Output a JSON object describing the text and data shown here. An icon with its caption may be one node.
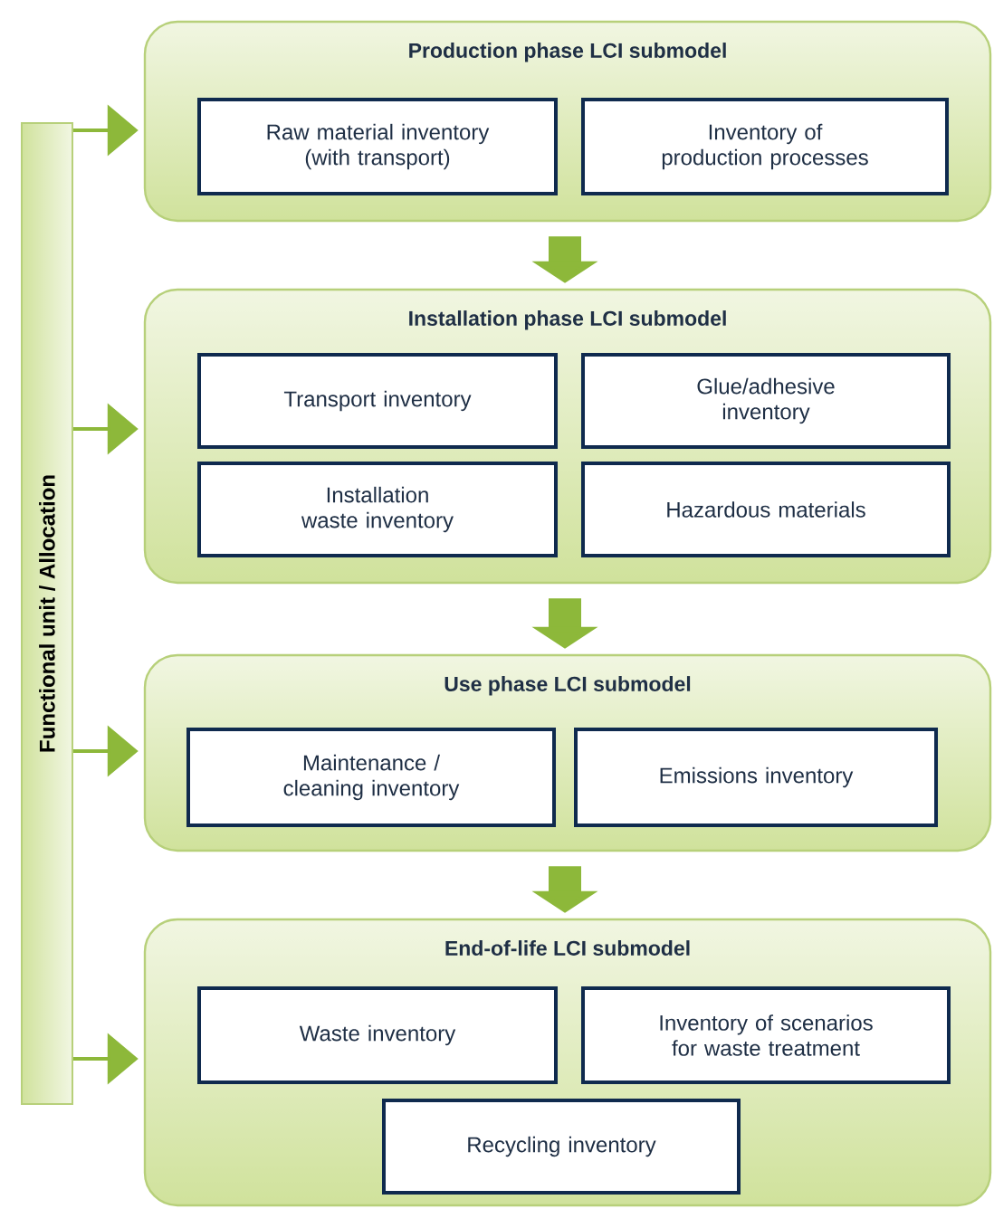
{
  "diagram": {
    "nodes": [
      {
        "text": [
          "Functional unit / Allocation"
        ]
      },
      {
        "text": [
          "Production phase LCI submodel"
        ]
      },
      {
        "text": [
          "Raw material inventory (with transport)"
        ],
        "in": 1
      },
      {
        "text": [
          "Inventory of production processes"
        ],
        "in": 1
      },
      {
        "text": [
          "Installation phase LCI submodel"
        ]
      },
      {
        "text": [
          "Transport inventory"
        ],
        "in": 4
      },
      {
        "text": [
          "Glue/adhesive inventory"
        ],
        "in": 4
      },
      {
        "text": [
          "Installation waste inventory"
        ],
        "in": 4
      },
      {
        "text": [
          "Hazardous materials"
        ],
        "in": 4
      },
      {
        "text": [
          "Use phase LCI submodel"
        ]
      },
      {
        "text": [
          "Maintenance / cleaning inventory"
        ],
        "in": 9
      },
      {
        "text": [
          "Emissions inventory"
        ],
        "in": 9
      },
      {
        "text": [
          "End-of-life LCI submodel"
        ]
      },
      {
        "text": [
          "Waste inventory"
        ],
        "in": 12
      },
      {
        "text": [
          "Inventory of scenarios for waste treatment"
        ],
        "in": 12
      },
      {
        "text": [
          "Recycling inventory"
        ],
        "in": 12
      }
    ],
    "edges": [
      {
        "from": 0,
        "to": 1,
        "arrow": "to"
      },
      {
        "from": 0,
        "to": 4,
        "arrow": "to"
      },
      {
        "from": 0,
        "to": 9,
        "arrow": "to"
      },
      {
        "from": 0,
        "to": 12,
        "arrow": "to"
      },
      {
        "from": 1,
        "to": 4,
        "arrow": "to",
        "style": "thick"
      },
      {
        "from": 4,
        "to": 9,
        "arrow": "to",
        "style": "thick"
      },
      {
        "from": 9,
        "to": 12,
        "arrow": "to",
        "style": "thick"
      }
    ]
  }
}
